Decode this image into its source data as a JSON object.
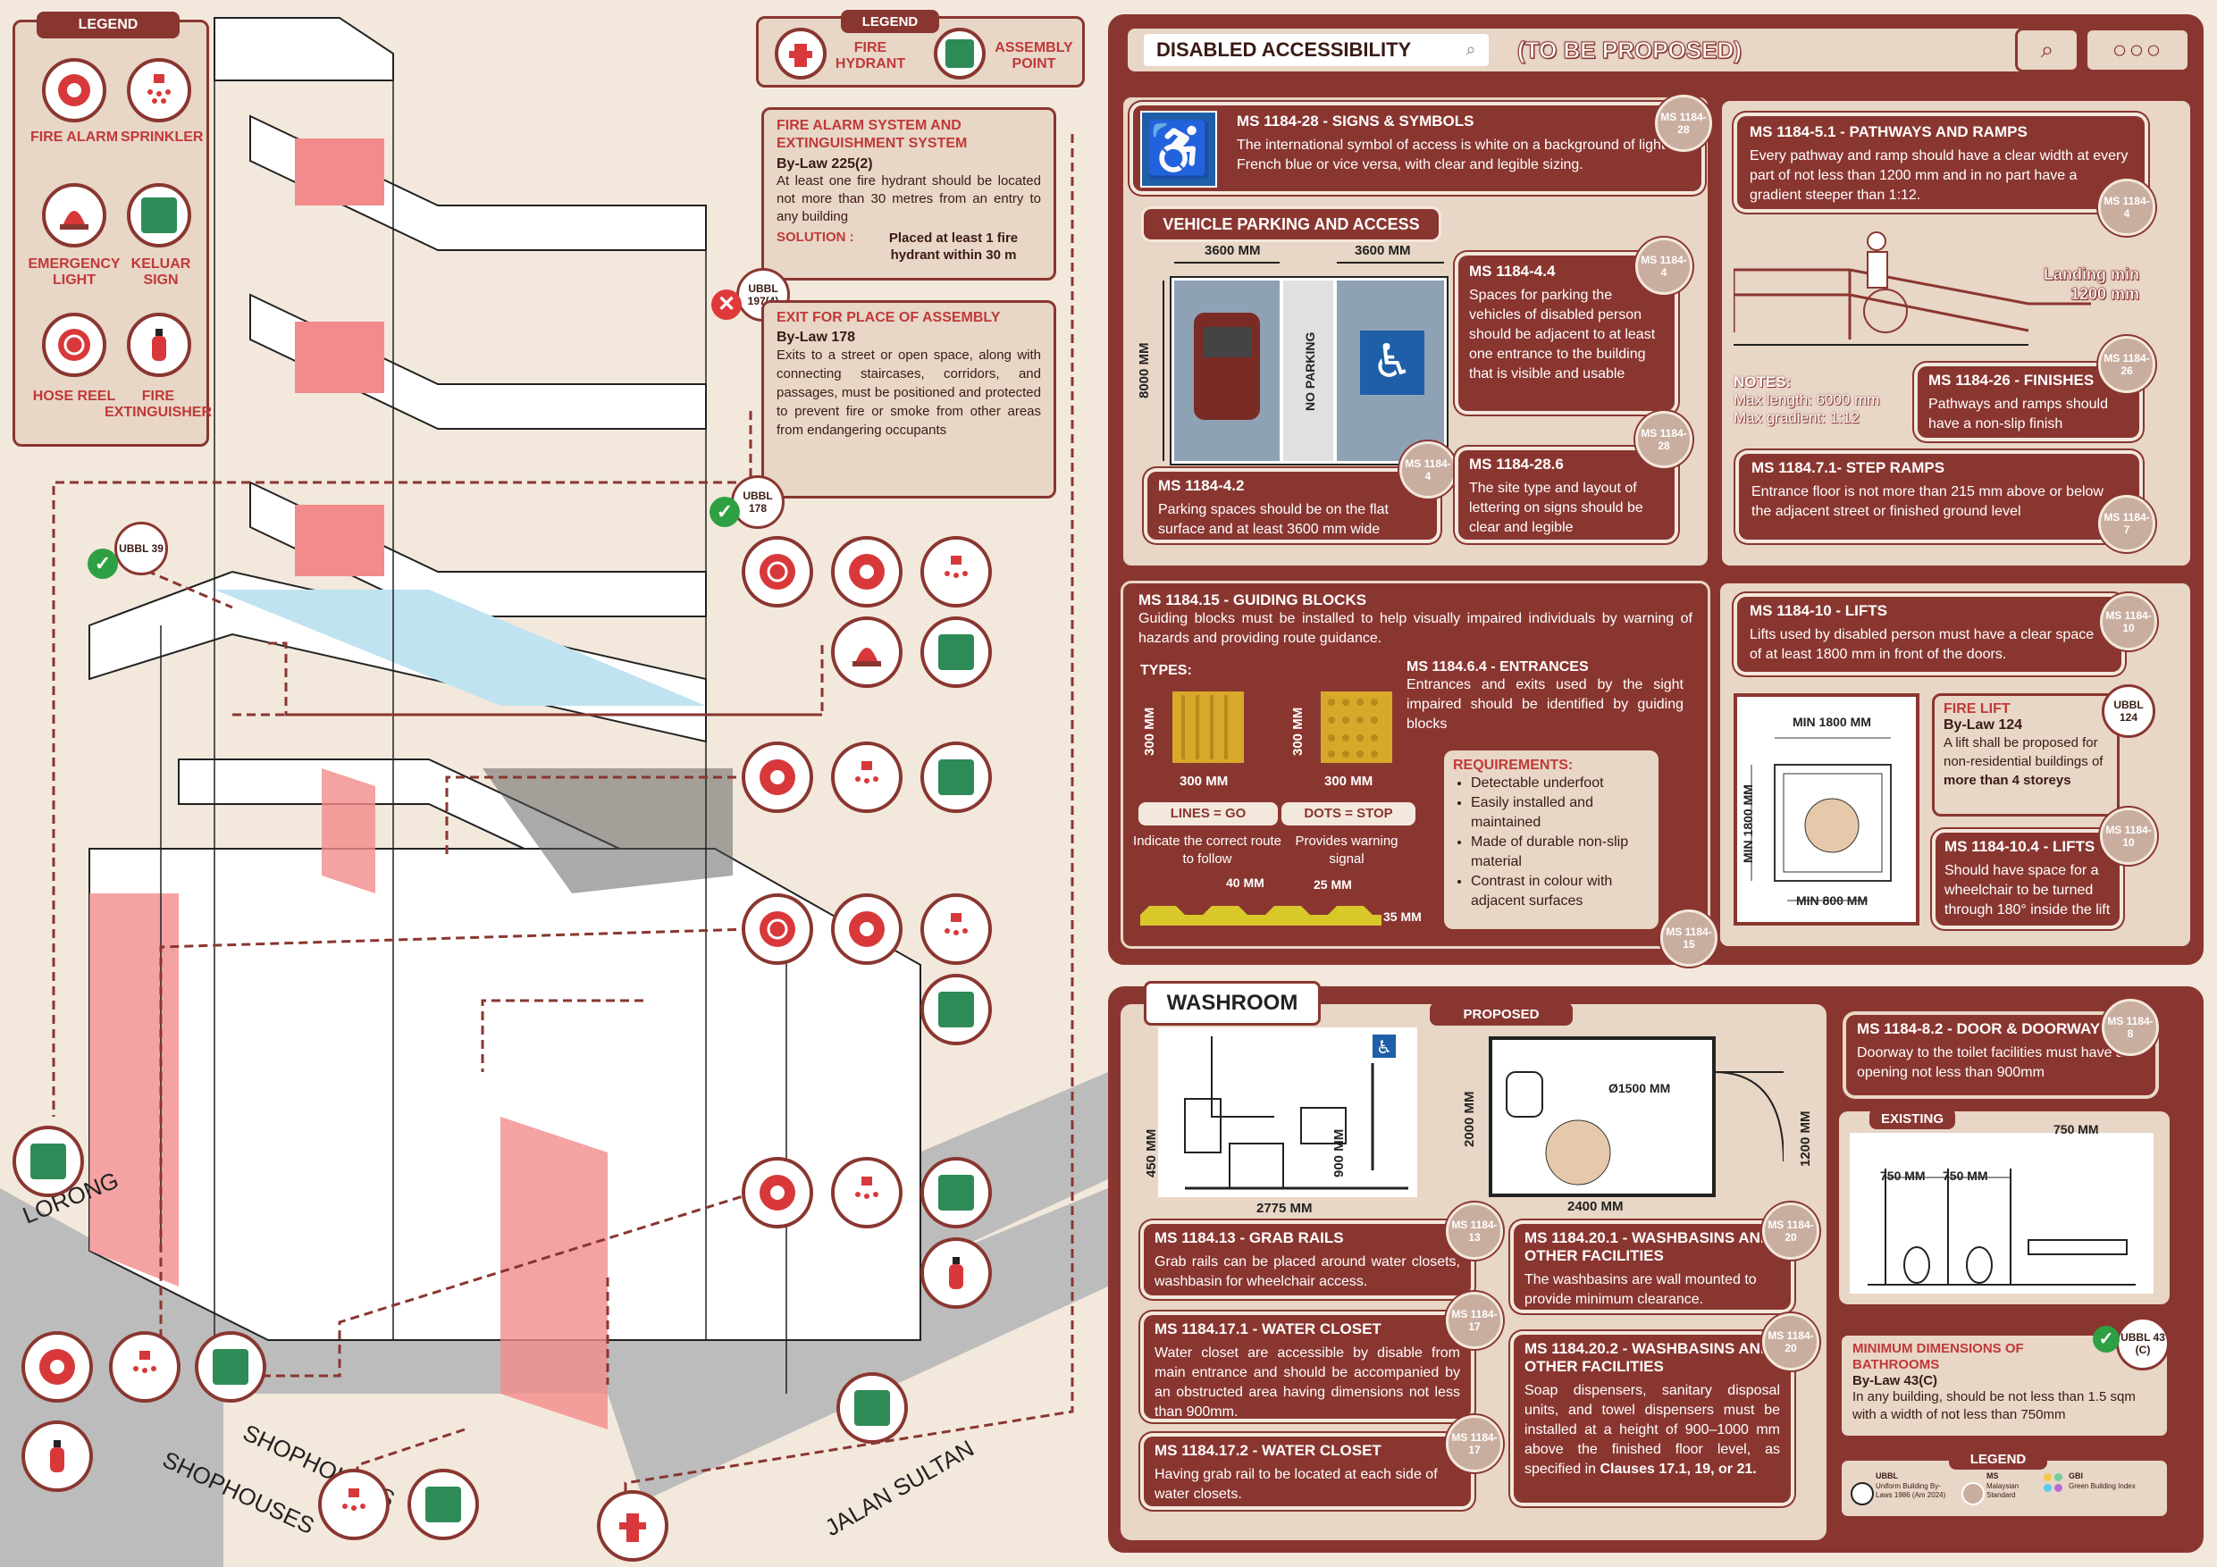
{
  "legend_left": {
    "title": "LEGEND",
    "items": [
      "FIRE ALARM",
      "SPRINKLER",
      "EMERGENCY LIGHT",
      "KELUAR SIGN",
      "HOSE REEL",
      "FIRE EXTINGUISHER"
    ]
  },
  "legend_top": {
    "title": "LEGEND",
    "items": [
      "FIRE HYDRANT",
      "ASSEMBLY POINT"
    ]
  },
  "fire_alarm_card": {
    "title": "FIRE ALARM SYSTEM AND EXTINGUISHMENT SYSTEM",
    "law": "By-Law 225(2)",
    "body": "At least one fire hydrant should be located not more than 30 metres from an entry to any building",
    "solution_label": "SOLUTION :",
    "solution": "Placed at least 1 fire hydrant within 30 m"
  },
  "exit_card": {
    "title": "EXIT FOR PLACE OF ASSEMBLY",
    "law": "By-Law 178",
    "body": "Exits to a street or open space, along with connecting staircases, corridors, and passages, must be positioned and protected to prevent fire or smoke from other areas from endangering occupants"
  },
  "ubbl_badges": [
    "UBBL 197(4)",
    "UBBL 178",
    "UBBL 39"
  ],
  "street_labels": [
    "LORONG",
    "SHOPHOUSES",
    "SHOPHOUSES",
    "JALAN SULTAN"
  ],
  "search": {
    "value": "DISABLED ACCESSIBILITY",
    "subtitle": "(TO BE PROPOSED)"
  },
  "signs_card": {
    "title": "MS 1184-28 - SIGNS & SYMBOLS",
    "body": "The international symbol of access is white on a background of light French blue or vice versa, with clear and legible sizing.",
    "badge": "MS 1184-28"
  },
  "vehicle": {
    "title": "VEHICLE PARKING AND ACCESS",
    "dim_w1": "3600 MM",
    "dim_w2": "3600 MM",
    "dim_h": "8000 MM",
    "no_parking": "NO PARKING",
    "c1": {
      "title": "MS 1184-4.4",
      "body": "Spaces for parking the vehicles of disabled person should be adjacent to at least one entrance to the building that is visible and usable",
      "badge": "MS 1184-4"
    },
    "c2": {
      "title": "MS 1184-4.2",
      "body": "Parking spaces should be on the flat surface and at least 3600 mm wide",
      "badge": "MS 1184-4"
    },
    "c3": {
      "title": "MS 1184-28.6",
      "body": "The site type and layout of lettering on signs should be clear and legible",
      "badge": "MS 1184-28"
    }
  },
  "ramps": {
    "c1": {
      "title": "MS 1184-5.1 - PATHWAYS AND RAMPS",
      "body": "Every pathway and ramp should have a clear width at every part of not less than 1200 mm and in no part have a gradient steeper than 1:12.",
      "badge": "MS 1184-4"
    },
    "landing": "Landing min 1200 mm",
    "notes_title": "NOTES:",
    "notes1": "Max length: 6000 mm",
    "notes2": "Max gradient: 1:12",
    "c2": {
      "title": "MS 1184-26 - FINISHES",
      "body": "Pathways and ramps should have a non-slip finish",
      "badge": "MS 1184-26"
    },
    "c3": {
      "title": "MS 1184.7.1- STEP RAMPS",
      "body": "Entrance floor is not more than 215 mm above or below the adjacent street or finished ground level",
      "badge": "MS 1184-7"
    }
  },
  "guiding": {
    "title": "MS 1184.15 - GUIDING BLOCKS",
    "body": "Guiding blocks must be installed to help visually impaired individuals by warning of hazards and providing route guidance.",
    "types": "TYPES:",
    "dim1": "300 MM",
    "dim2": "300 MM",
    "dim3": "300 MM",
    "dim4": "300 MM",
    "lines": "LINES = GO",
    "dots": "DOTS = STOP",
    "lines_desc": "Indicate the correct route to follow",
    "dots_desc": "Provides warning signal",
    "d40": "40 MM",
    "d25": "25 MM",
    "d35": "35 MM",
    "entr_title": "MS 1184.6.4 - ENTRANCES",
    "entr_body": "Entrances and exits used by the sight impaired should be identified by guiding blocks",
    "req_title": "REQUIREMENTS:",
    "req": [
      "Detectable underfoot",
      "Easily installed and maintained",
      "Made of durable non-slip material",
      "Contrast in colour with adjacent surfaces"
    ],
    "badge": "MS 1184-15"
  },
  "lifts": {
    "c1": {
      "title": "MS 1184-10 - LIFTS",
      "body": "Lifts used by disabled person must have a clear space of at least 1800 mm in front of the doors.",
      "badge": "MS 1184-10"
    },
    "min1800": "MIN 1800 MM",
    "min1800v": "MIN 1800 MM",
    "min800": "MIN 800 MM",
    "fire": {
      "title": "FIRE LIFT",
      "law": "By-Law 124",
      "body": "A lift shall be proposed for non-residential buildings of",
      "bold": "more than 4 storeys",
      "badge": "UBBL 124"
    },
    "c2": {
      "title": "MS 1184-10.4 - LIFTS",
      "body": "Should have space for a wheelchair to be turned through 180° inside the lift",
      "badge": "MS 1184-10"
    }
  },
  "washroom": {
    "title": "WASHROOM",
    "proposed": "PROPOSED",
    "existing": "EXISTING",
    "d450": "450 MM",
    "d900": "900 MM",
    "d2775": "2775 MM",
    "d2000": "2000 MM",
    "d2400": "2400 MM",
    "d1200": "1200 MM",
    "d1500": "Ø1500 MM",
    "d750a": "750 MM",
    "d750b": "750 MM",
    "d750c": "750 MM",
    "door": {
      "title": "MS 1184-8.2 - DOOR & DOORWAY",
      "body": "Doorway to the toilet facilities must have an opening not less than 900mm",
      "badge": "MS 1184-8"
    },
    "grab": {
      "title": "MS 1184.13 - GRAB RAILS",
      "body": "Grab rails can be placed around water closets, washbasin for wheelchair access.",
      "badge": "MS 1184-13"
    },
    "wb1": {
      "title": "MS 1184.20.1 - WASHBASINS AND OTHER FACILITIES",
      "body": "The washbasins are wall mounted to provide minimum clearance.",
      "badge": "MS 1184-20"
    },
    "wc1": {
      "title": "MS 1184.17.1 - WATER CLOSET",
      "body": "Water closet are accessible by disable from main entrance and should be accompanied by an obstructed area having dimensions not less than 900mm.",
      "badge": "MS 1184-17"
    },
    "wb2": {
      "title": "MS 1184.20.2 - WASHBASINS AND OTHER FACILITIES",
      "body": "Soap dispensers, sanitary disposal units, and towel dispensers must be installed at a height of 900–1000 mm above the finished floor level, as specified in",
      "bold": "Clauses 17.1, 19, or 21.",
      "badge": "MS 1184-20"
    },
    "wc2": {
      "title": "MS 1184.17.2 - WATER CLOSET",
      "body": "Having grab rail to be located at each side of water closets.",
      "badge": "MS 1184-17"
    },
    "min_bath": {
      "title": "MINIMUM DIMENSIONS OF BATHROOMS",
      "law": "By-Law 43(C)",
      "body": "In any building, should be not less than 1.5 sqm with a width of not less than 750mm",
      "badge": "UBBL 43 (C)"
    },
    "legend": {
      "title": "LEGEND",
      "ubbl": "UBBL",
      "ubbl_desc": "Uniform Building By-Laws 1986 (Am 2024)",
      "ms": "MS",
      "ms_desc": "Malaysian Standard",
      "gbi": "GBI",
      "gbi_desc": "Green Building Index"
    }
  },
  "colors": {
    "maroon": "#8a3630",
    "cream": "#f3e8dc",
    "panel": "#d8c2b2",
    "red": "#d8383a",
    "green": "#2e8b57",
    "access_blue": "#1f5fa8"
  }
}
